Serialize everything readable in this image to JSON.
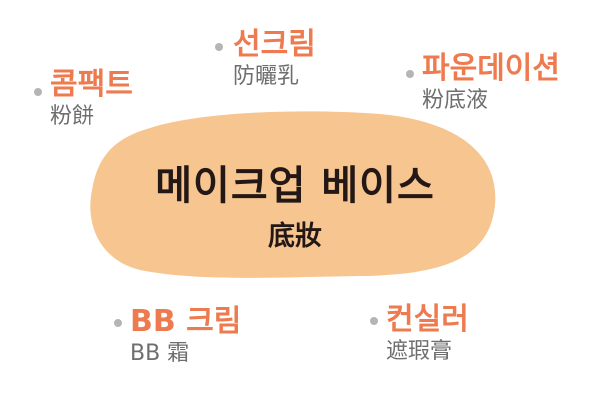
{
  "center": {
    "title": "메이크업 베이스",
    "subtitle": "底妝"
  },
  "items": [
    {
      "ko": "콤팩트",
      "zh": "粉餅"
    },
    {
      "ko": "선크림",
      "zh": "防曬乳"
    },
    {
      "ko": "파운데이션",
      "zh": "粉底液"
    },
    {
      "ko": "BB 크림",
      "zh": "BB 霜"
    },
    {
      "ko": "컨실러",
      "zh": "遮瑕膏"
    }
  ],
  "colors": {
    "blob": "#f7c590",
    "accent": "#ee7b4f",
    "text": "#231815",
    "muted": "#6e6e6e"
  }
}
